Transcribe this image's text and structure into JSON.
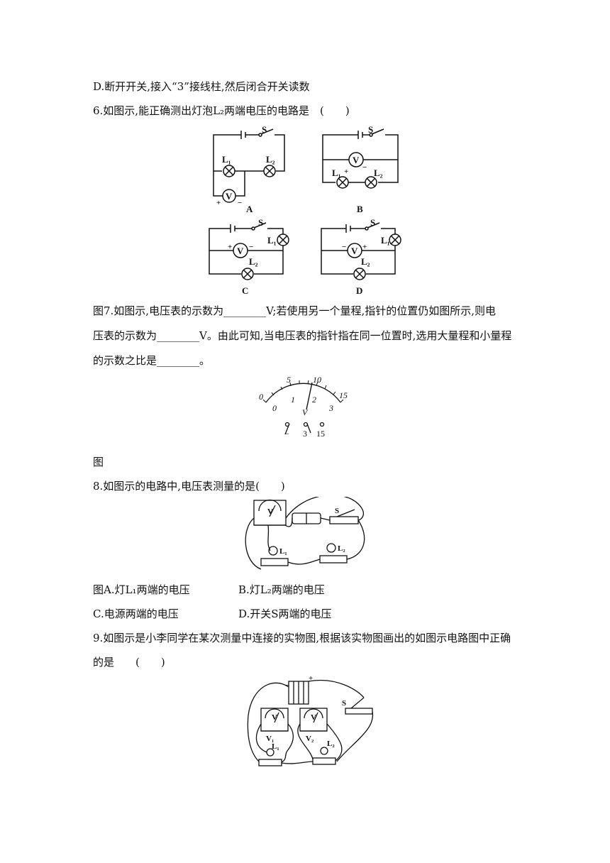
{
  "q5_option_d": "D.断开开关,接入“3”接线柱,然后闭合开关读数",
  "q6": {
    "stem": "6.如图示,能正确测出灯泡L₂两端电压的电路是　(　　)",
    "labels": {
      "A": "A",
      "B": "B",
      "C": "C",
      "D": "D"
    },
    "s": "S",
    "v": "V",
    "l1": "L₁",
    "l2": "L₂",
    "plus": "+",
    "minus": "−"
  },
  "q7": {
    "line1": "图7.如图示,电压表的示数为________V;若使用另一个量程,指针的位置仍如图所示,则电",
    "line2": "压表的示数为________V。由此可知,当电压表的指针指在同一位置时,选用大量程和小量程",
    "line3": "的示数之比是________。",
    "scale_outer": [
      "0",
      "5",
      "10",
      "15"
    ],
    "scale_inner": [
      "0",
      "1",
      "2",
      "3"
    ],
    "meter_label": "V",
    "terminals": [
      "−",
      "3",
      "15"
    ],
    "caption": "图"
  },
  "q8": {
    "stem": "8.如图示的电路中,电压表测量的是(　　)",
    "opt_a": "图A.灯L₁两端的电压",
    "opt_b": "B.灯L₂两端的电压",
    "opt_c": "C.电源两端的电压",
    "opt_d": "D.开关S两端的电压",
    "label_s": "S",
    "label_l1": "L₁",
    "label_l2": "L₂",
    "label_v": "V"
  },
  "q9": {
    "line1": "9.如图示是小李同学在某次测量中连接的实物图,根据该实物图画出的如图示电路图中正确",
    "line2": "的是　　(　　)",
    "label_s": "S",
    "label_v1": "V₁",
    "label_v2": "V₂",
    "label_l1": "L₁",
    "label_l2": "L₂",
    "label_v": "V",
    "plus": "+",
    "minus": "−"
  }
}
